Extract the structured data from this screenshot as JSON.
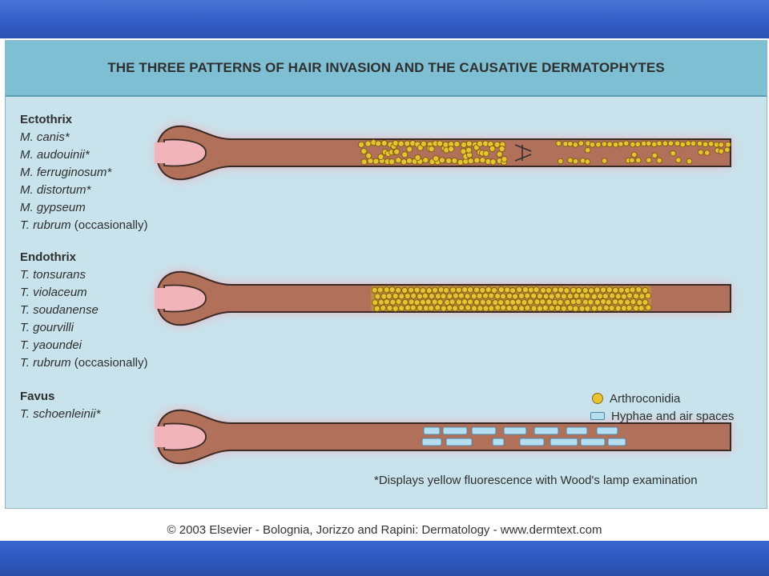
{
  "title": "THE THREE PATTERNS OF HAIR INVASION AND THE CAUSATIVE DERMATOPHYTES",
  "groups": [
    {
      "name": "Ectothrix",
      "organisms": [
        {
          "name": "M. canis*",
          "note": ""
        },
        {
          "name": "M. audouinii*",
          "note": ""
        },
        {
          "name": "M. ferruginosum*",
          "note": ""
        },
        {
          "name": "M. distortum*",
          "note": ""
        },
        {
          "name": "M. gypseum",
          "note": ""
        },
        {
          "name": "T. rubrum",
          "note": " (occasionally)"
        }
      ]
    },
    {
      "name": "Endothrix",
      "organisms": [
        {
          "name": "T. tonsurans",
          "note": ""
        },
        {
          "name": "T. violaceum",
          "note": ""
        },
        {
          "name": "T. soudanense",
          "note": ""
        },
        {
          "name": "T. gourvilli",
          "note": ""
        },
        {
          "name": "T. yaoundei",
          "note": ""
        },
        {
          "name": "T. rubrum",
          "note": " (occasionally)"
        }
      ]
    },
    {
      "name": "Favus",
      "organisms": [
        {
          "name": "T. schoenleinii*",
          "note": ""
        }
      ]
    }
  ],
  "legend": {
    "arthroconidia": "Arthroconidia",
    "hyphae": "Hyphae and air spaces"
  },
  "footnote": "*Displays yellow fluorescence with Wood's lamp examination",
  "copyright": "© 2003 Elsevier - Bolognia, Jorizzo and Rapini: Dermatology - www.dermtext.com",
  "colors": {
    "hair_shaft": "#b0705a",
    "hair_bulb_inner": "#f2b4bb",
    "glow": "#f4a9b6",
    "arthroconidia": "#e7c233",
    "hyphae": "#b6def1",
    "header": "#7fbfd3",
    "panel": "#c8e3ec"
  }
}
